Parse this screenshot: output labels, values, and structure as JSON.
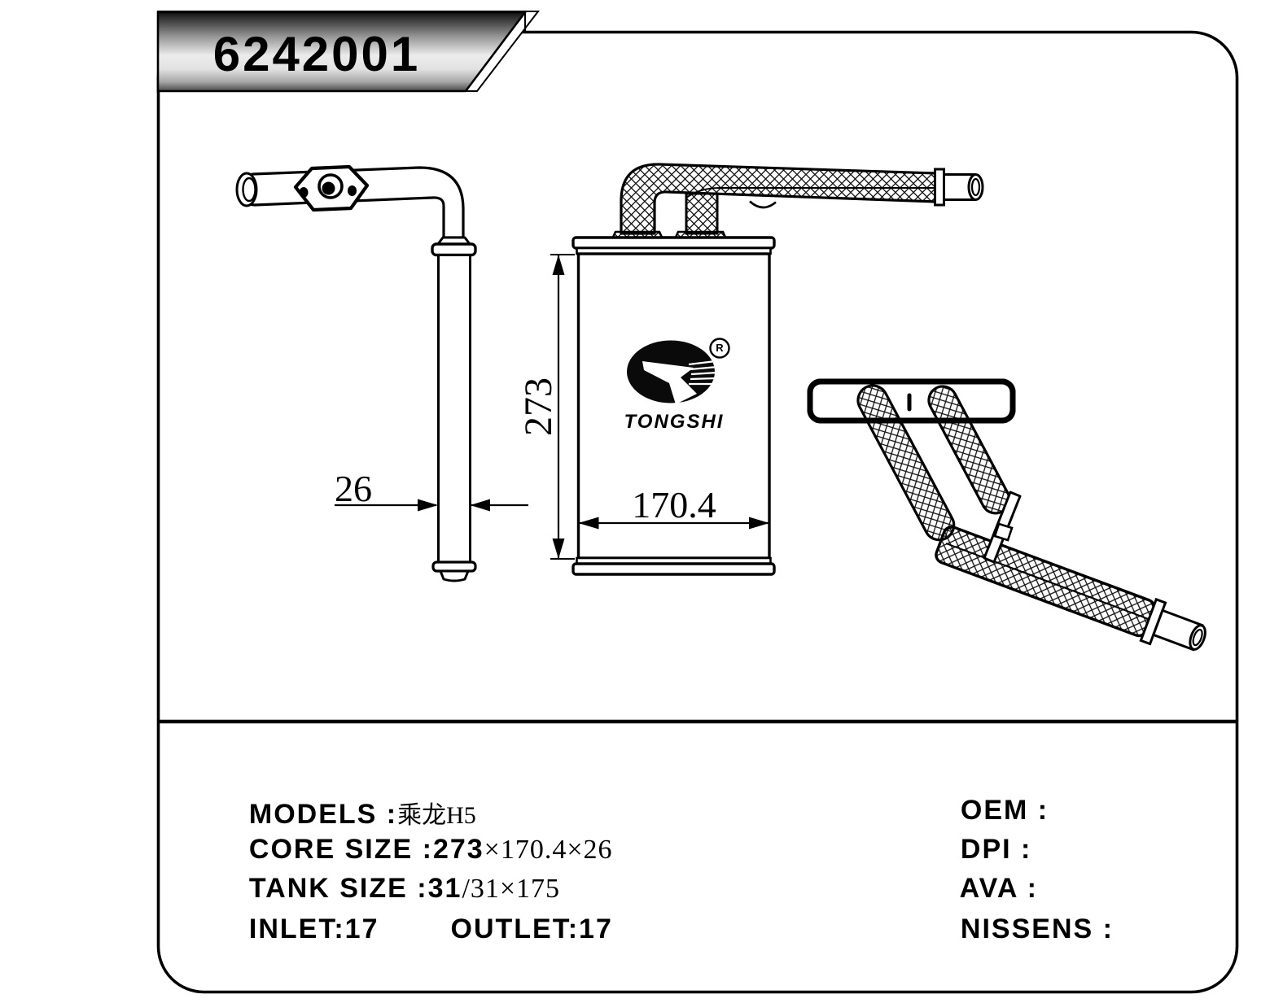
{
  "page": {
    "background": "#ffffff",
    "line_color": "#000000",
    "header_metal_light": "#efefef",
    "header_metal_dark": "#1a1a1a"
  },
  "header": {
    "part_number": "6242001"
  },
  "drawing": {
    "dim_depth": "26",
    "dim_height": "273",
    "dim_width": "170.4",
    "logo_brand": "TONGSHI",
    "logo_registered": "R"
  },
  "specs": {
    "models_label": "MODELS :",
    "models_value": "乘龙H5",
    "core_label": "CORE SIZE :",
    "core_value_bold": "273",
    "core_value_serif": "×170.4×26",
    "tank_label": "TANK SIZE :",
    "tank_value_bold": "31",
    "tank_value_serif": "/31×175",
    "inlet": "INLET:17",
    "outlet": "OUTLET:17",
    "oem": "OEM :",
    "dpi": "DPI :",
    "ava": "AVA :",
    "nissens": "NISSENS :"
  }
}
